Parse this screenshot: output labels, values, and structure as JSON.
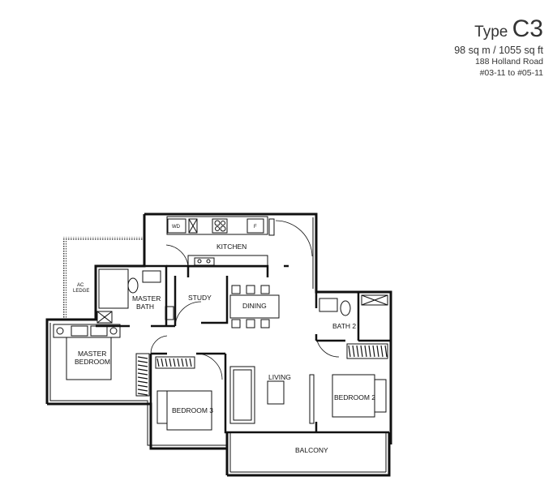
{
  "header": {
    "type_prefix": "Type",
    "type_code": "C3",
    "area": "98 sq m / 1055 sq ft",
    "address": "188 Holland Road",
    "units": "#03-11 to #05-11"
  },
  "rooms": {
    "kitchen": "KITCHEN",
    "ac_ledge_1": "AC",
    "ac_ledge_2": "LEDGE",
    "master_bath_1": "MASTER",
    "master_bath_2": "BATH",
    "study": "STUDY",
    "dining": "DINING",
    "bath2": "BATH 2",
    "master_bedroom_1": "MASTER",
    "master_bedroom_2": "BEDROOM",
    "living": "LIVING",
    "bedroom2": "BEDROOM 2",
    "bedroom3": "BEDROOM 3",
    "balcony": "BALCONY"
  },
  "appliances": {
    "washer": "WD",
    "fridge": "F"
  }
}
